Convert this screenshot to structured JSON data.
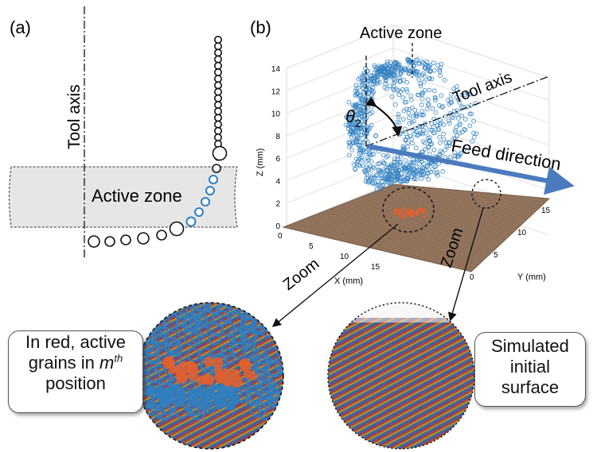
{
  "panel_a": {
    "label": "(a)",
    "tool_axis": "Tool axis",
    "active_zone": "Active zone"
  },
  "panel_b": {
    "label": "(b)",
    "active_zone": "Active zone",
    "tool_axis": "Tool axis",
    "theta": "θ",
    "theta_sub": "2",
    "feed_direction": "Feed direction",
    "zoom_left": "Zoom",
    "zoom_right": "Zoom",
    "z_axis_label": "Z (mm)",
    "x_axis_label": "X (mm)",
    "y_axis_label": "Y (mm)",
    "z_ticks": [
      "0",
      "2",
      "4",
      "6",
      "8",
      "10",
      "12",
      "14"
    ],
    "x_ticks": [
      "0",
      "5",
      "10",
      "15"
    ],
    "y_ticks": [
      "0",
      "5",
      "10",
      "15"
    ]
  },
  "callout_left": {
    "line1": "In red, active",
    "line2_pre": "grains in ",
    "line2_var": "m",
    "line2_sup": "th",
    "line3": "position"
  },
  "callout_right": {
    "line1": "Simulated",
    "line2": "initial",
    "line3": "surface"
  },
  "colors": {
    "grain_blue": "#2f7fc1",
    "active_red": "#e06030",
    "workpiece_grey": "#e6e6e6",
    "surface_brown": "#8a6a52",
    "feed_arrow": "#4a7bbf"
  }
}
